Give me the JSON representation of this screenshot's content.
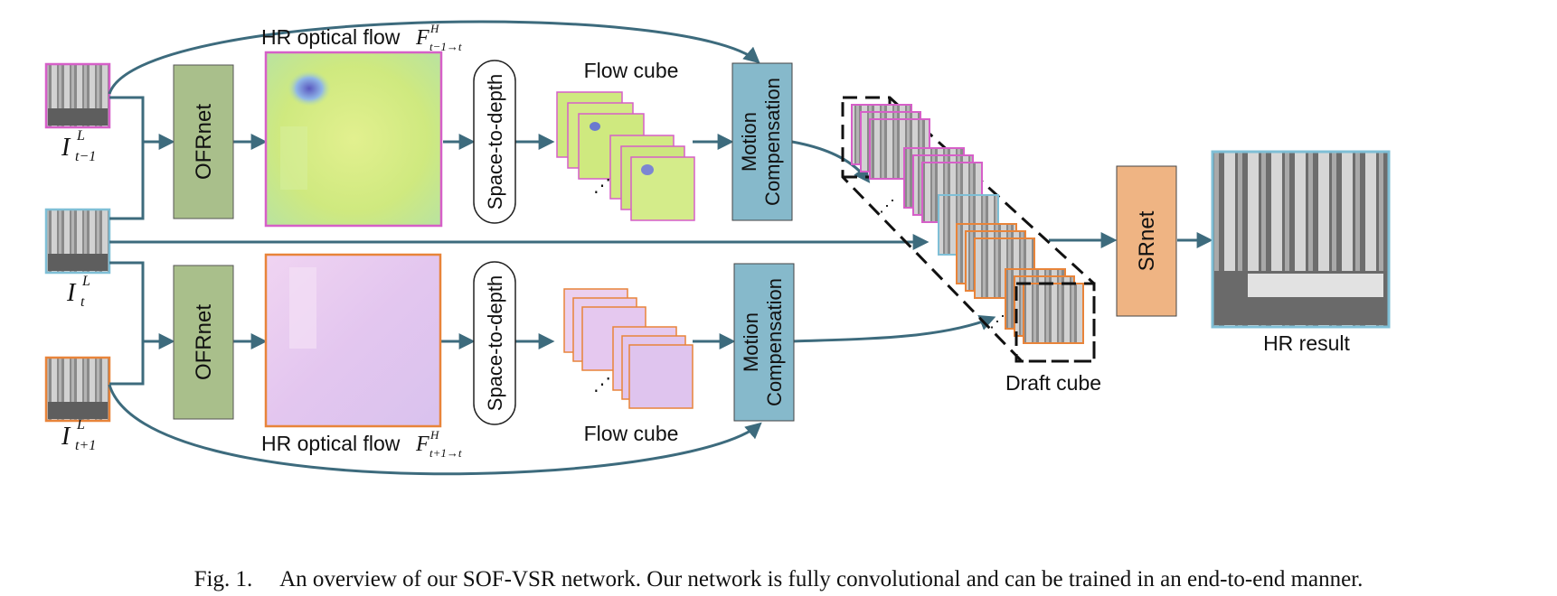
{
  "labels": {
    "hr_flow_top": "HR optical flow",
    "hr_flow_bottom": "HR optical flow",
    "flow_cube_top": "Flow cube",
    "flow_cube_bottom": "Flow cube",
    "draft_cube": "Draft cube",
    "hr_result": "HR result",
    "ofrnet_top": "OFRnet",
    "ofrnet_bottom": "OFRnet",
    "s2d_top": "Space-to-depth",
    "s2d_bottom": "Space-to-depth",
    "mc_top_line1": "Motion",
    "mc_top_line2": "Compensation",
    "mc_bottom_line1": "Motion",
    "mc_bottom_line2": "Compensation",
    "srnet": "SRnet",
    "dots": "⋰"
  },
  "math": {
    "flow_top_F": "F",
    "flow_top_sup": "H",
    "flow_top_sub": "t−1→t",
    "flow_bottom_F": "F",
    "flow_bottom_sup": "H",
    "flow_bottom_sub": "t+1→t",
    "in1_I": "I",
    "in1_sup": "L",
    "in1_sub": "t−1",
    "in2_I": "I",
    "in2_sup": "L",
    "in2_sub": "t",
    "in3_I": "I",
    "in3_sup": "L",
    "in3_sub": "t+1"
  },
  "caption": "Fig. 1.  An overview of our SOF-VSR network. Our network is fully convolutional and can be trained in an end-to-end manner.",
  "colors": {
    "arrow": "#3d6b7d",
    "ofrnet_fill": "#a9bf8b",
    "mc_fill": "#86b9cb",
    "srnet_fill": "#efb483",
    "frame_prev_border": "#d65fc8",
    "frame_cur_border": "#7fbfd6",
    "frame_next_border": "#e8843a",
    "flow_top_fill": "#d2ec8a",
    "flow_bottom_fill": "#e6c9ef"
  }
}
